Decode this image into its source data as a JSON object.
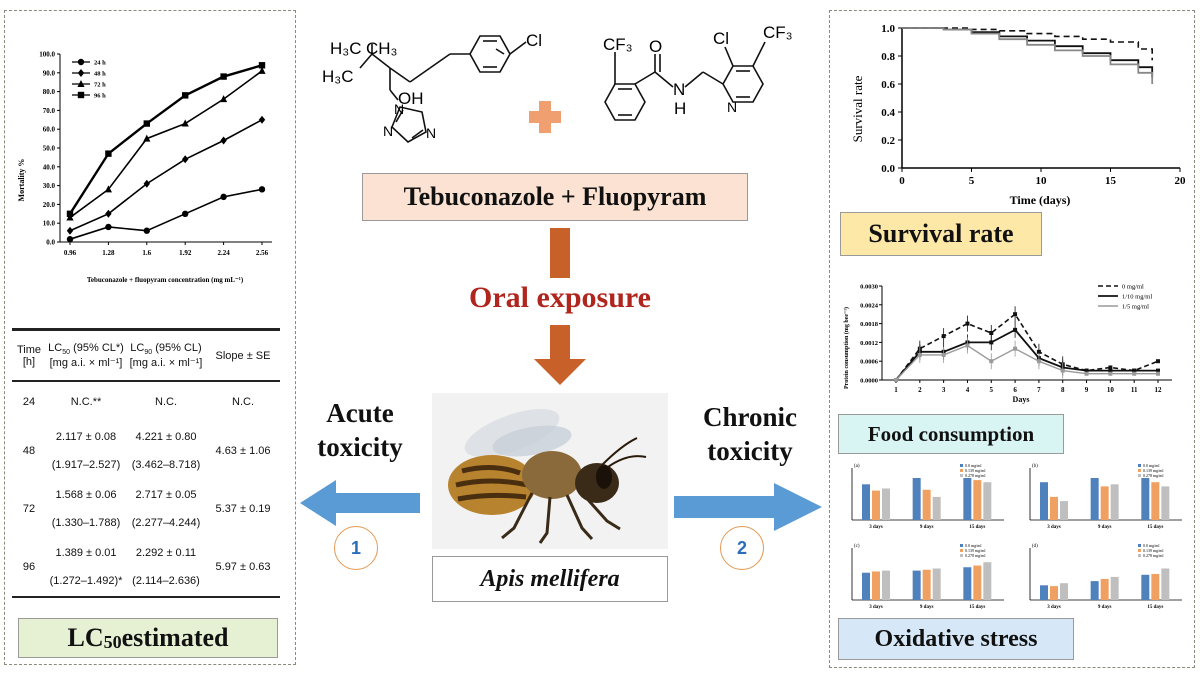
{
  "left_panel": {
    "mortality_chart": {
      "ylabel": "Mortality %",
      "xlabel": "Tebuconazole + fluopyram concentration (mg mL⁻¹)"
    },
    "table": {
      "headers": [
        "Time [h]",
        "LC50 (95% CL*) [mg a.i. × ml⁻¹]",
        "LC90 (95% CL) [mg a.i. × ml⁻¹]",
        "Slope ± SE"
      ],
      "h_time_1": "Time",
      "h_time_2": "[h]",
      "h_lc50_1": "LC",
      "h_lc50_sub": "50",
      "h_lc50_2": " (95% CL*)",
      "h_lc50_3": "[mg a.i. × ml⁻¹]",
      "h_lc90_1": "LC",
      "h_lc90_sub": "90",
      "h_lc90_2": " (95% CL)",
      "h_lc90_3": "[mg a.i. × ml⁻¹]",
      "h_slope": "Slope ± SE",
      "rows": [
        {
          "time": "24",
          "lc50": "N.C.**",
          "lc50_ci": "",
          "lc90": "N.C.",
          "lc90_ci": "",
          "slope": "N.C."
        },
        {
          "time": "48",
          "lc50": "2.117 ± 0.08",
          "lc50_ci": "(1.917–2.527)",
          "lc90": "4.221 ± 0.80",
          "lc90_ci": "(3.462–8.718)",
          "slope": "4.63 ± 1.06"
        },
        {
          "time": "72",
          "lc50": "1.568 ± 0.06",
          "lc50_ci": "(1.330–1.788)",
          "lc90": "2.717 ± 0.05",
          "lc90_ci": "(2.277–4.244)",
          "slope": "5.37 ± 0.19"
        },
        {
          "time": "96",
          "lc50": "1.389 ± 0.01",
          "lc50_ci": "(1.272–1.492)*",
          "lc90": "2.292 ± 0.11",
          "lc90_ci": "(2.114–2.636)",
          "slope": "5.97 ± 0.63"
        }
      ]
    },
    "lc50_label": "LC",
    "lc50_label_sub": "50",
    "lc50_label_rest": " estimated"
  },
  "center": {
    "chem1": {
      "h3c_a": "H₃C",
      "ch3": "CH₃",
      "h3c_b": "H₃C",
      "oh": "OH",
      "cl": "Cl",
      "n1": "N",
      "n2": "N",
      "n3": "N"
    },
    "chem2": {
      "cf3_a": "CF₃",
      "o": "O",
      "cl": "Cl",
      "cf3_b": "CF₃",
      "n_amide": "N",
      "h": "H",
      "n_pyr": "N"
    },
    "compound_label": "Tebuconazole  +  Fluopyram",
    "exposure_label": "Oral exposure",
    "species_label": "Apis mellifera",
    "acute_1": "Acute",
    "acute_2": "toxicity",
    "chronic_1": "Chronic",
    "chronic_2": "toxicity",
    "step1": "1",
    "step2": "2",
    "colors": {
      "arrow_orange": "#c8602a",
      "arrow_blue": "#5b9bd5",
      "exposure_red": "#b0261e",
      "plus": "#f0a070"
    }
  },
  "right_panel": {
    "survival_chart": {
      "ylabel": "Survival rate",
      "xlabel": "Time (days)"
    },
    "survival_label": "Survival rate",
    "food_chart": {
      "ylabel": "Protein consumption (mg bee⁻¹)",
      "xlabel": "Days",
      "legend": [
        "0 mg/ml",
        "1/10 mg/ml",
        "1/5 mg/ml"
      ]
    },
    "food_label": "Food consumption",
    "oxidative_label": "Oxidative stress",
    "oxi_panels": [
      {
        "tag": "(a)",
        "legend": [
          "0.0 mg/ml",
          "0.139 mg/ml",
          "0.278 mg/ml"
        ]
      },
      {
        "tag": "(b)",
        "legend": [
          "0.0 mg/ml",
          "0.139 mg/ml",
          "0.278 mg/ml"
        ]
      },
      {
        "tag": "(c)",
        "legend": [
          "0.0 mg/ml",
          "0.139 mg/ml",
          "0.278 mg/ml"
        ]
      },
      {
        "tag": "(d)",
        "legend": [
          "0.0 mg/ml",
          "0.139 mg/ml",
          "0.278 mg/ml"
        ]
      }
    ],
    "oxi_x": [
      "3 days",
      "9 days",
      "15 days"
    ]
  },
  "chart_data": [
    {
      "type": "line",
      "x": [
        0.96,
        1.28,
        1.6,
        1.92,
        2.24,
        2.56
      ],
      "xticks": [
        "0.96",
        "1.28",
        "1.6",
        "1.92",
        "2.24",
        "2.56"
      ],
      "ylim": [
        0,
        100
      ],
      "yticks": [
        "0.0",
        "10.0",
        "20.0",
        "30.0",
        "40.0",
        "50.0",
        "60.0",
        "70.0",
        "80.0",
        "90.0",
        "100.0"
      ],
      "series": [
        {
          "name": "24 h",
          "values": [
            1.5,
            8,
            6,
            15,
            24,
            28
          ]
        },
        {
          "name": "48 h",
          "values": [
            6,
            15,
            31,
            44,
            54,
            65
          ]
        },
        {
          "name": "72 h",
          "values": [
            13,
            28,
            55,
            63,
            76,
            91
          ]
        },
        {
          "name": "96 h",
          "values": [
            15,
            47,
            63,
            78,
            88,
            94
          ]
        }
      ],
      "legend": "top-left"
    },
    {
      "type": "line",
      "x": [
        0,
        3,
        5,
        7,
        9,
        11,
        13,
        15,
        17,
        18
      ],
      "xticks": [
        "0",
        "5",
        "10",
        "15",
        "20"
      ],
      "yticks": [
        "0.0",
        "0.2",
        "0.4",
        "0.6",
        "0.8",
        "1.0"
      ],
      "xlim": [
        0,
        20
      ],
      "ylim": [
        0,
        1.0
      ],
      "series": [
        {
          "style": "dashed",
          "values": [
            1.0,
            1.0,
            0.99,
            0.98,
            0.96,
            0.94,
            0.92,
            0.9,
            0.85,
            0.77
          ]
        },
        {
          "style": "solid",
          "values": [
            1.0,
            0.99,
            0.97,
            0.94,
            0.91,
            0.87,
            0.82,
            0.77,
            0.72,
            0.65
          ]
        },
        {
          "style": "gray",
          "values": [
            1.0,
            0.99,
            0.96,
            0.92,
            0.88,
            0.84,
            0.8,
            0.74,
            0.68,
            0.6
          ]
        }
      ]
    },
    {
      "type": "line",
      "x": [
        1,
        2,
        3,
        4,
        5,
        6,
        7,
        8,
        9,
        10,
        11,
        12
      ],
      "xticks": [
        "1",
        "2",
        "3",
        "4",
        "5",
        "6",
        "7",
        "8",
        "9",
        "10",
        "11",
        "12"
      ],
      "yticks": [
        "0.0000",
        "0.0006",
        "0.0012",
        "0.0018",
        "0.0024",
        "0.0030"
      ],
      "ylim": [
        0,
        0.003
      ],
      "series": [
        {
          "name": "0 mg/ml",
          "values": [
            0,
            0.001,
            0.0014,
            0.0018,
            0.0015,
            0.0021,
            0.0009,
            0.0005,
            0.0003,
            0.0004,
            0.0003,
            0.0006
          ]
        },
        {
          "name": "1/10 mg/ml",
          "values": [
            0,
            0.0009,
            0.0009,
            0.0012,
            0.0012,
            0.0016,
            0.0007,
            0.0004,
            0.0003,
            0.0003,
            0.0003,
            0.0003
          ]
        },
        {
          "name": "1/5 mg/ml",
          "values": [
            0,
            0.0008,
            0.0008,
            0.0011,
            0.0006,
            0.001,
            0.0006,
            0.0003,
            0.0002,
            0.0002,
            0.0002,
            0.0002
          ]
        }
      ]
    },
    {
      "type": "bar",
      "categories": [
        "3 days",
        "9 days",
        "15 days"
      ],
      "panels": [
        {
          "series": [
            [
              0.85,
              1.0,
              1.0
            ],
            [
              0.7,
              0.72,
              0.95
            ],
            [
              0.75,
              0.55,
              0.9
            ]
          ]
        },
        {
          "series": [
            [
              0.9,
              1.0,
              1.0
            ],
            [
              0.55,
              0.8,
              0.9
            ],
            [
              0.45,
              0.85,
              0.8
            ]
          ]
        },
        {
          "series": [
            [
              0.65,
              0.7,
              0.78
            ],
            [
              0.68,
              0.72,
              0.82
            ],
            [
              0.7,
              0.75,
              0.9
            ]
          ]
        },
        {
          "series": [
            [
              0.35,
              0.45,
              0.6
            ],
            [
              0.33,
              0.5,
              0.62
            ],
            [
              0.4,
              0.55,
              0.75
            ]
          ]
        }
      ]
    }
  ]
}
